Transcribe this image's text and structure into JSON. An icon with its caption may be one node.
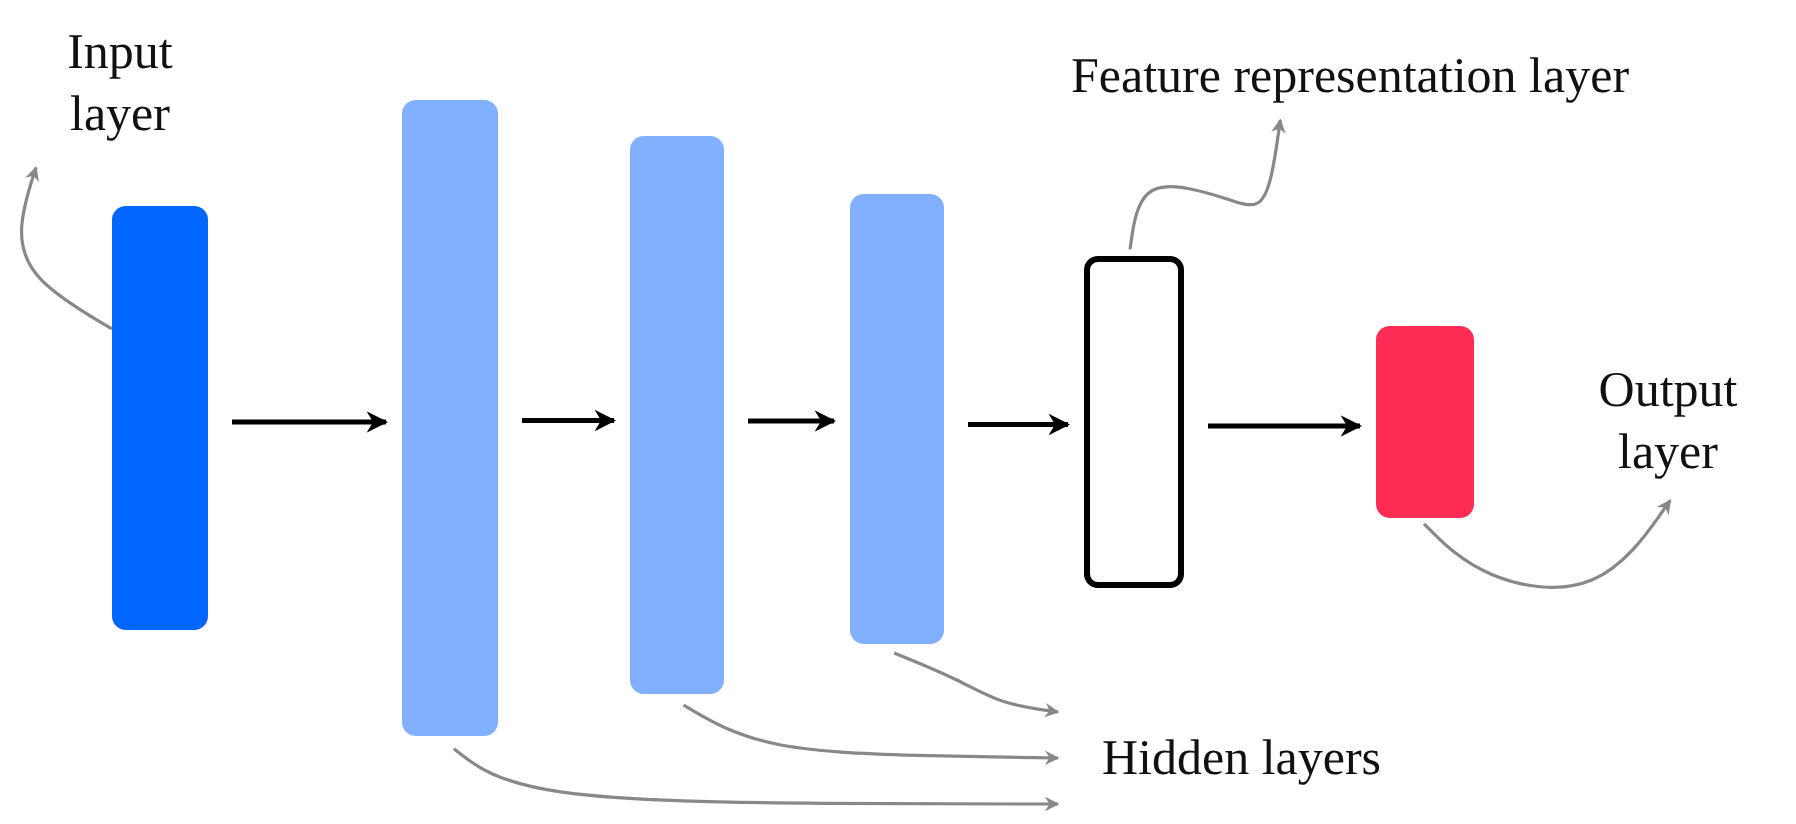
{
  "diagram": {
    "nodes": [
      {
        "text": [
          "Input layer"
        ]
      },
      {
        "text": [],
        "shape": "bar"
      },
      {
        "text": [],
        "shape": "bar"
      },
      {
        "text": [],
        "shape": "bar"
      },
      {
        "text": [],
        "shape": "bar"
      },
      {
        "text": [],
        "shape": "bar"
      },
      {
        "text": [],
        "shape": "bar"
      },
      {
        "text": [
          "Feature representation layer"
        ]
      },
      {
        "text": [
          "Output layer"
        ]
      },
      {
        "text": [
          "Hidden layers"
        ]
      }
    ],
    "edges": [
      {
        "from": 1,
        "to": 2,
        "arrow": "to",
        "color": "#000000"
      },
      {
        "from": 2,
        "to": 3,
        "arrow": "to",
        "color": "#000000"
      },
      {
        "from": 3,
        "to": 4,
        "arrow": "to",
        "color": "#000000"
      },
      {
        "from": 4,
        "to": 5,
        "arrow": "to",
        "color": "#000000"
      },
      {
        "from": 5,
        "to": 6,
        "arrow": "to",
        "color": "#000000"
      },
      {
        "from": 1,
        "to": 0,
        "arrow": "to",
        "color": "#888888"
      },
      {
        "from": 5,
        "to": 7,
        "arrow": "to",
        "color": "#888888"
      },
      {
        "from": 6,
        "to": 8,
        "arrow": "to",
        "color": "#888888"
      },
      {
        "from": 4,
        "to": 9,
        "arrow": "to",
        "color": "#888888"
      },
      {
        "from": 3,
        "to": 9,
        "arrow": "to",
        "color": "#888888"
      },
      {
        "from": 2,
        "to": 9,
        "arrow": "to",
        "color": "#888888"
      }
    ]
  }
}
